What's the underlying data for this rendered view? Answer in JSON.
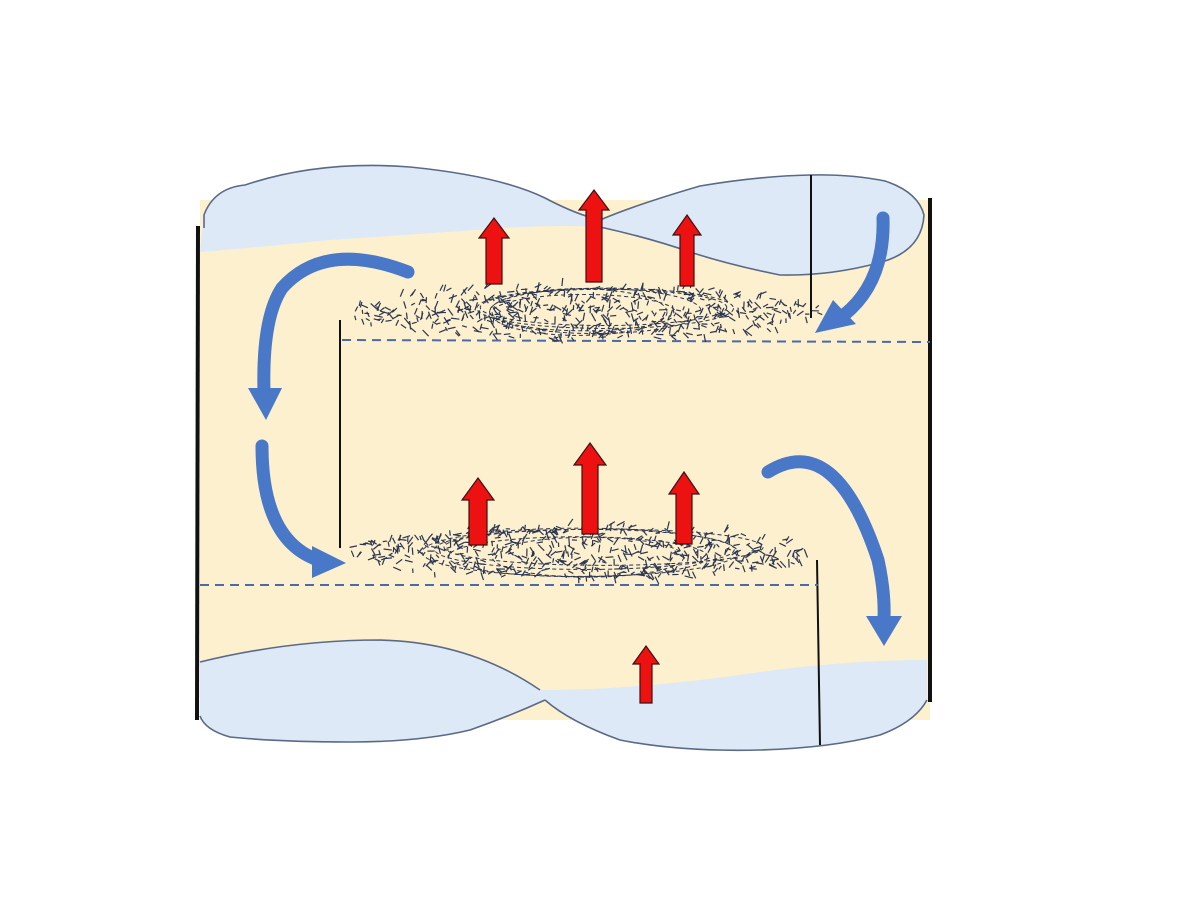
{
  "diagram": {
    "colors": {
      "background": "#ffffff",
      "sand": "#fdf0cf",
      "water": "#dde9f6",
      "water_outline": "#5a6a86",
      "flow_arrow": "#4a78c8",
      "upward_arrow": "#ee1111",
      "upward_arrow_outline": "#3a1212",
      "sediment_hatch": "#2a3550",
      "dashed_line": "#4a6aa8",
      "divider": "#111111"
    },
    "icons": {
      "flow": "curved-blue-arrow",
      "upward": "red-up-arrow",
      "sediment": "hatched-sediment-lens"
    },
    "upper_bar": {
      "upward_arrows": 3,
      "flow_arrows": 2
    },
    "lower_bar": {
      "upward_arrows": 3,
      "flow_arrows": 2
    },
    "bottom_channel": {
      "upward_arrows": 1
    }
  }
}
